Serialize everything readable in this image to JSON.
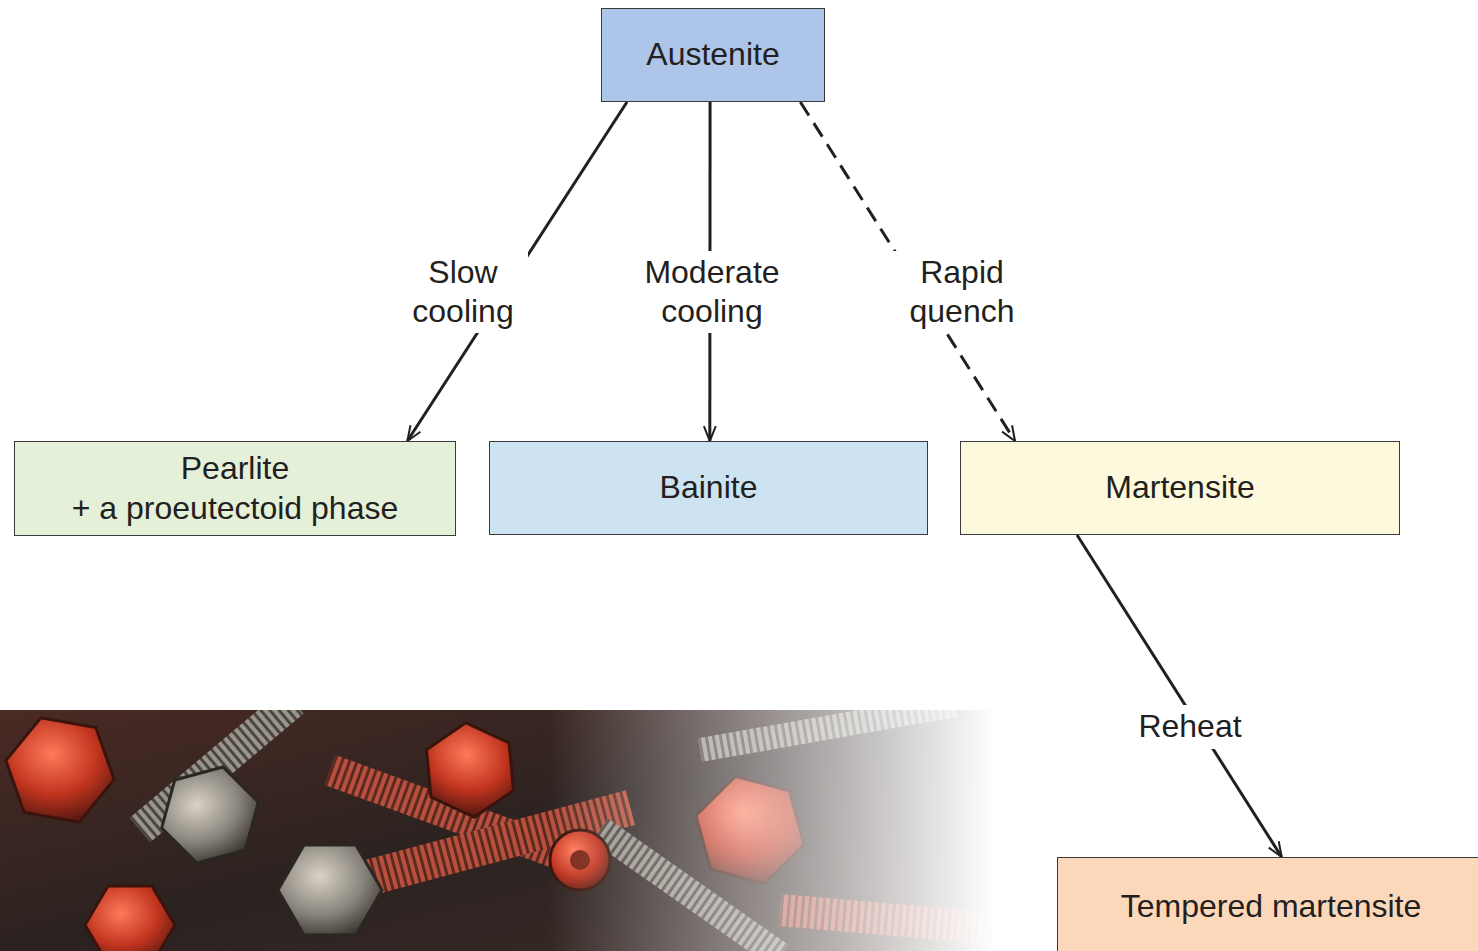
{
  "diagram": {
    "nodes": [
      {
        "text": [
          "Austenite"
        ]
      },
      {
        "text": [
          "Pearlite + a proeutectoid phase"
        ]
      },
      {
        "text": [
          "Bainite"
        ]
      },
      {
        "text": [
          "Martensite"
        ]
      },
      {
        "text": [
          "Tempered martensite"
        ]
      }
    ],
    "edges": [
      {
        "from": 0,
        "to": 1,
        "label": "Slow cooling",
        "arrow": "to"
      },
      {
        "from": 0,
        "to": 2,
        "label": "Moderate cooling",
        "arrow": "to"
      },
      {
        "from": 0,
        "to": 3,
        "label": "Rapid quench",
        "arrow": "to"
      },
      {
        "from": 3,
        "to": 4,
        "label": "Reheat",
        "arrow": "to"
      }
    ]
  }
}
